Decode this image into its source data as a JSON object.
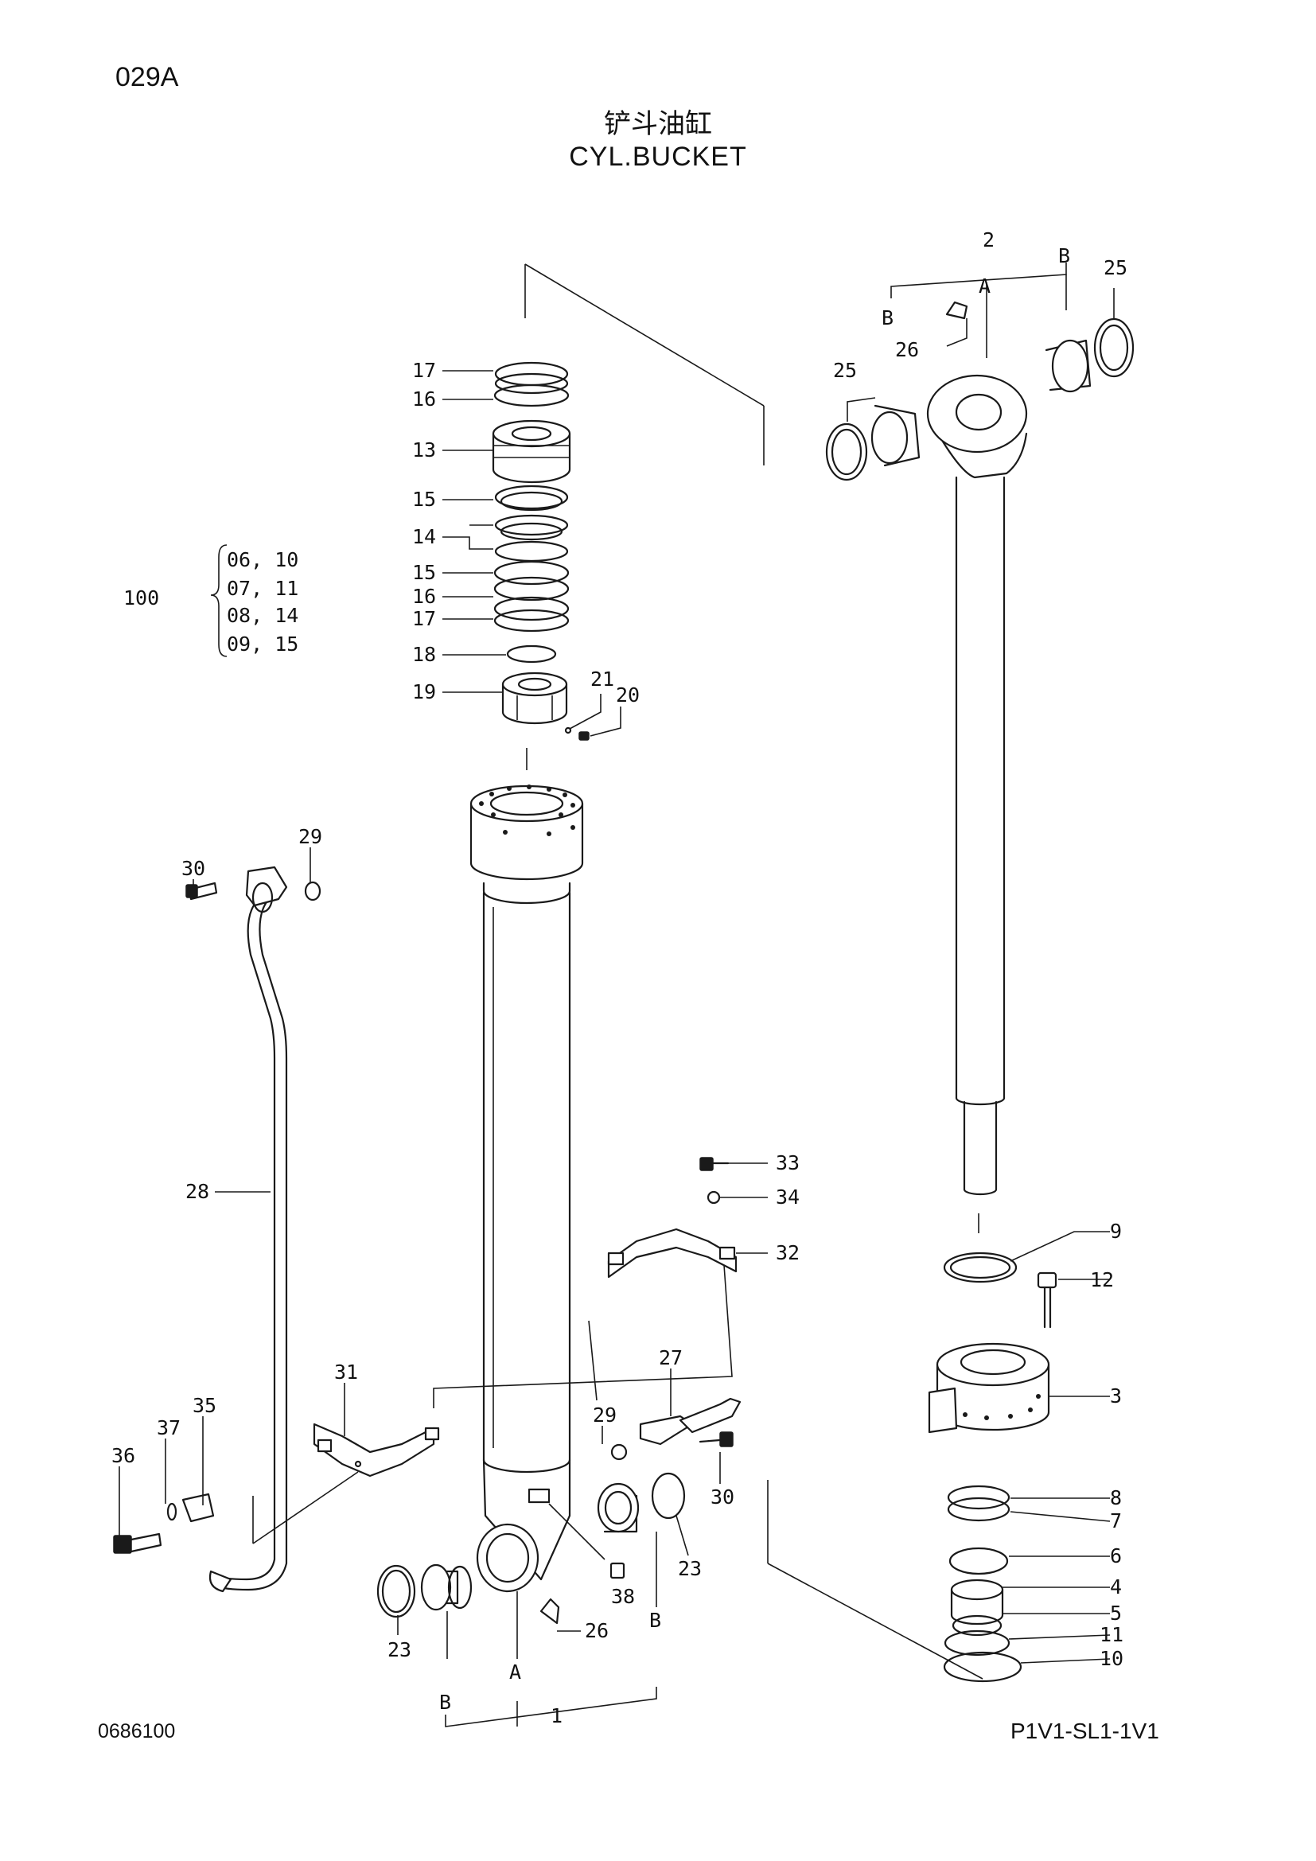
{
  "header": {
    "page_code": "029A",
    "title_cn": "铲斗油缸",
    "title_en": "CYL.BUCKET"
  },
  "footer": {
    "doc_number": "0686100",
    "catalog_code": "P1V1-SL1-1V1"
  },
  "kit": {
    "number": "100",
    "items": [
      "06, 10",
      "07, 11",
      "08, 14",
      "09, 15"
    ]
  },
  "callouts": {
    "c1": "1",
    "c2": "2",
    "c3": "3",
    "c4": "4",
    "c5": "5",
    "c6": "6",
    "c7": "7",
    "c8": "8",
    "c9": "9",
    "c10": "10",
    "c11": "11",
    "c12": "12",
    "c13": "13",
    "c14": "14",
    "c15a": "15",
    "c15b": "15",
    "c16a": "16",
    "c16b": "16",
    "c17a": "17",
    "c17b": "17",
    "c18": "18",
    "c19": "19",
    "c20": "20",
    "c21": "21",
    "c23a": "23",
    "c23b": "23",
    "c25a": "25",
    "c25b": "25",
    "c26a": "26",
    "c26b": "26",
    "c27": "27",
    "c28": "28",
    "c29a": "29",
    "c29b": "29",
    "c30a": "30",
    "c30b": "30",
    "c31": "31",
    "c32": "32",
    "c33": "33",
    "c34": "34",
    "c35": "35",
    "c36": "36",
    "c37": "37",
    "c38": "38",
    "letter_a1": "A",
    "letter_a2": "A",
    "letter_b1": "B",
    "letter_b2": "B",
    "letter_b3": "B",
    "letter_b4": "B"
  }
}
